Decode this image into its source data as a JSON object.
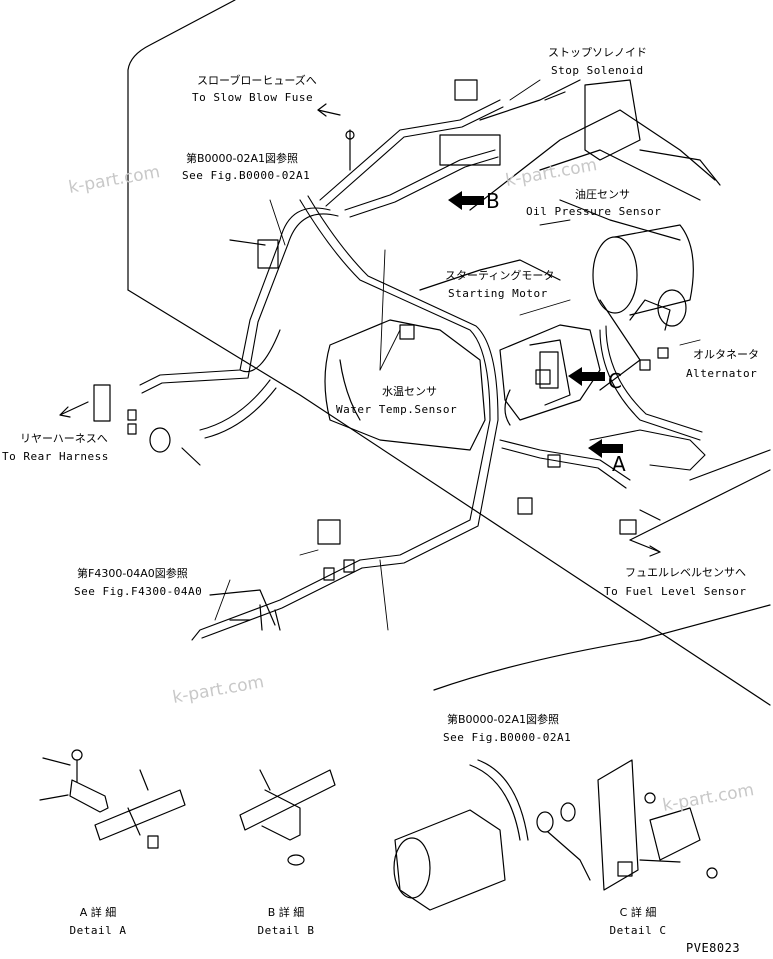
{
  "labels": {
    "stop_solenoid_jp": "ストップソレノイド",
    "stop_solenoid_en": "Stop Solenoid",
    "slow_blow_jp": "スローブローヒューズへ",
    "slow_blow_en": "To Slow Blow Fuse",
    "see_fig_b_jp": "第B0000-02A1図参照",
    "see_fig_b_en": "See Fig.B0000-02A1",
    "oil_pressure_jp": "油圧センサ",
    "oil_pressure_en": "Oil Pressure Sensor",
    "starting_motor_jp": "スターティングモータ",
    "starting_motor_en": "Starting Motor",
    "alternator_jp": "オルタネータ",
    "alternator_en": "Alternator",
    "water_temp_jp": "水温センサ",
    "water_temp_en": "Water Temp.Sensor",
    "rear_harness_jp": "リヤーハーネスへ",
    "rear_harness_en": "To Rear Harness",
    "fuel_level_jp": "フュエルレベルセンサへ",
    "fuel_level_en": "To Fuel Level Sensor",
    "see_fig_f_jp": "第F4300-04A0図参照",
    "see_fig_f_en": "See Fig.F4300-04A0",
    "see_fig_b2_jp": "第B0000-02A1図参照",
    "see_fig_b2_en": "See Fig.B0000-02A1"
  },
  "callouts": {
    "a": "A",
    "b": "B",
    "c": "C"
  },
  "details": {
    "a_jp": "A 詳 細",
    "a_en": "Detail A",
    "b_jp": "B 詳 細",
    "b_en": "Detail B",
    "c_jp": "C 詳 細",
    "c_en": "Detail C"
  },
  "watermark": "k-part.com",
  "drawing_code": "PVE8023"
}
